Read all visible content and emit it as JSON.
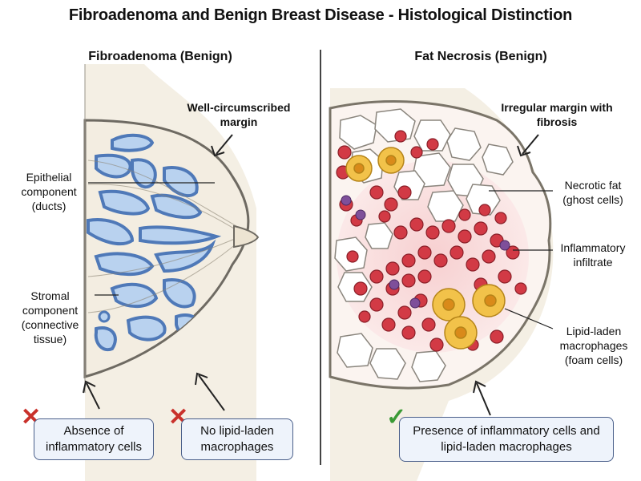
{
  "title": "Fibroadenoma and Benign Breast Disease - Histological Distinction",
  "left_panel": {
    "title": "Fibroadenoma (Benign)",
    "labels": {
      "margin": "Well-circumscribed margin",
      "epithelial": "Epithelial component (ducts)",
      "stromal": "Stromal component (connective tissue)"
    },
    "callouts": [
      {
        "text": "Absence of inflammatory cells",
        "mark": "x"
      },
      {
        "text": "No lipid-laden macrophages",
        "mark": "x"
      }
    ]
  },
  "right_panel": {
    "title": "Fat Necrosis (Benign)",
    "labels": {
      "margin": "Irregular margin with fibrosis",
      "necrotic": "Necrotic fat (ghost cells)",
      "inflammatory": "Inflammatory infiltrate",
      "macrophages": "Lipid-laden macrophages (foam cells)"
    },
    "callouts": [
      {
        "text": "Presence of inflammatory cells and lipid-laden macrophages",
        "mark": "check"
      }
    ]
  },
  "colors": {
    "duct_fill": "#b9d2ef",
    "duct_outline": "#4f79b8",
    "stroma": "#f3ede1",
    "fat_cell": "#ffffff",
    "rbc": "#c8313d",
    "foam_cell": "#f2c24a",
    "x_mark": "#c9312b",
    "check_mark": "#3a9a35"
  }
}
